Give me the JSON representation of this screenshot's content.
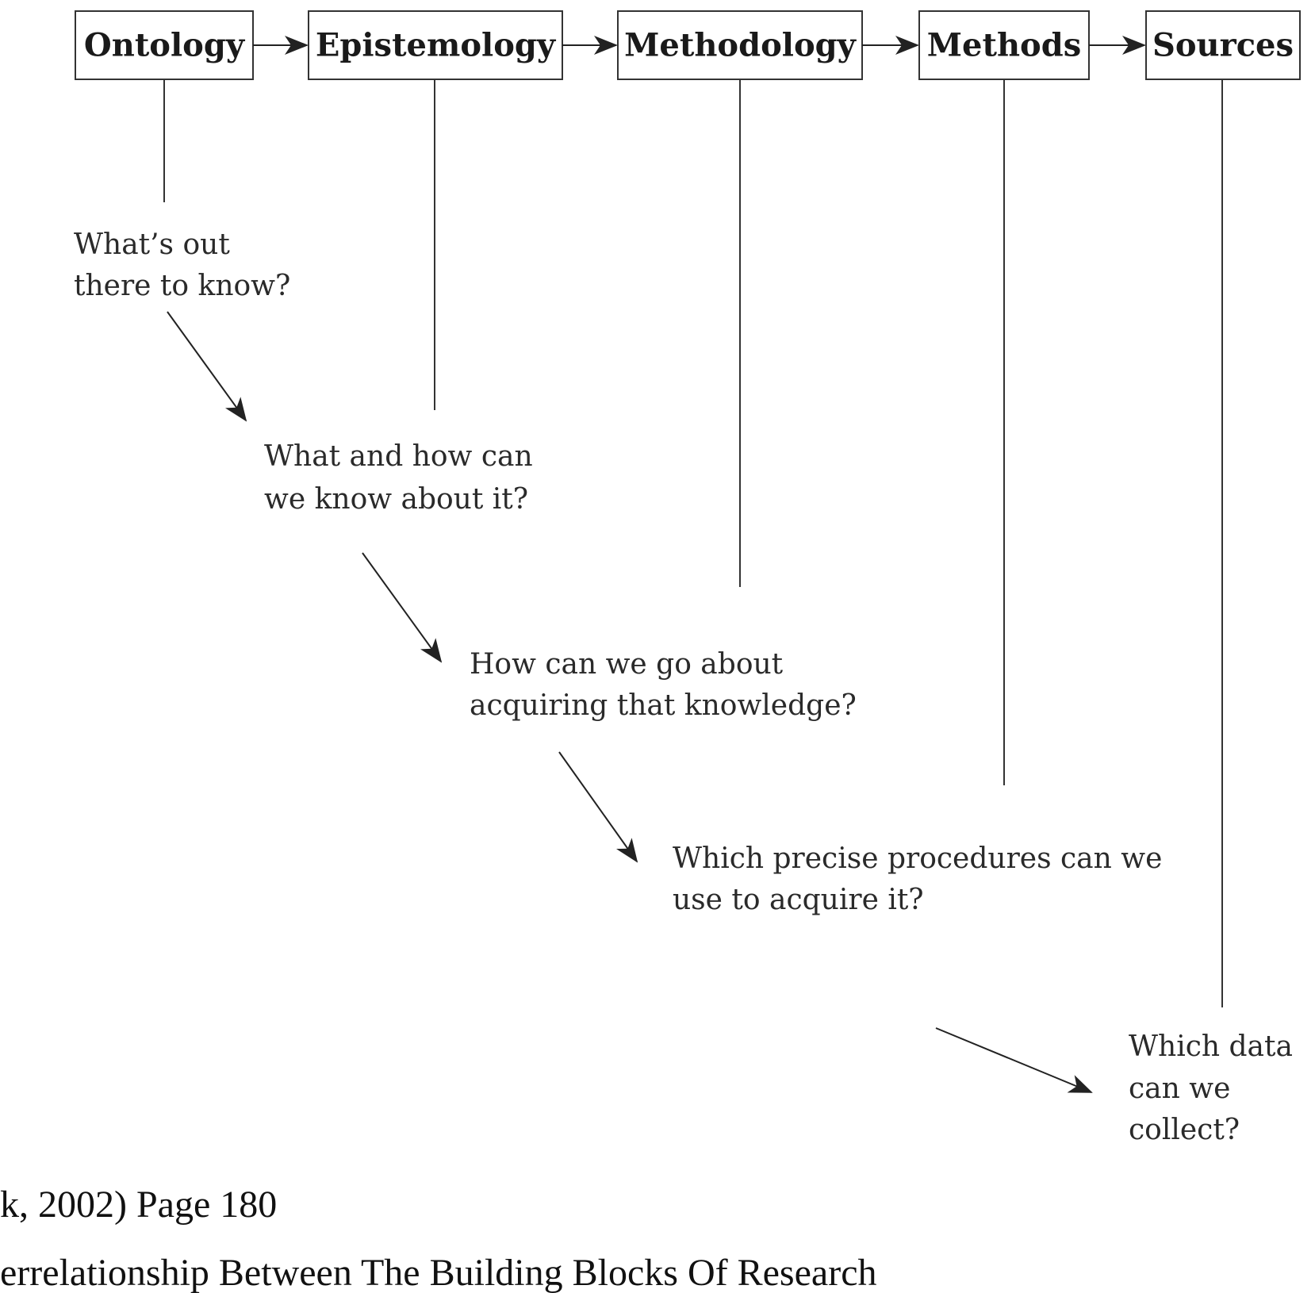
{
  "boxes": [
    {
      "id": "ontology",
      "label": "Ontology"
    },
    {
      "id": "epistemology",
      "label": "Epistemology"
    },
    {
      "id": "methodology",
      "label": "Methodology"
    },
    {
      "id": "methods",
      "label": "Methods"
    },
    {
      "id": "sources",
      "label": "Sources"
    }
  ],
  "questions": [
    {
      "id": "ontology",
      "lines": [
        "What’s out",
        "there to know?"
      ]
    },
    {
      "id": "epistemology",
      "lines": [
        "What and how can",
        "we know about it?"
      ]
    },
    {
      "id": "methodology",
      "lines": [
        "How can we go about",
        "acquiring that knowledge?"
      ]
    },
    {
      "id": "methods",
      "lines": [
        "Which precise procedures can we",
        "use to acquire it?"
      ]
    },
    {
      "id": "sources",
      "lines": [
        "Which data",
        "can we",
        "collect?"
      ]
    }
  ],
  "caption": {
    "line1": "k, 2002) Page 180",
    "line2": "errelationship Between The Building Blocks Of Research"
  }
}
